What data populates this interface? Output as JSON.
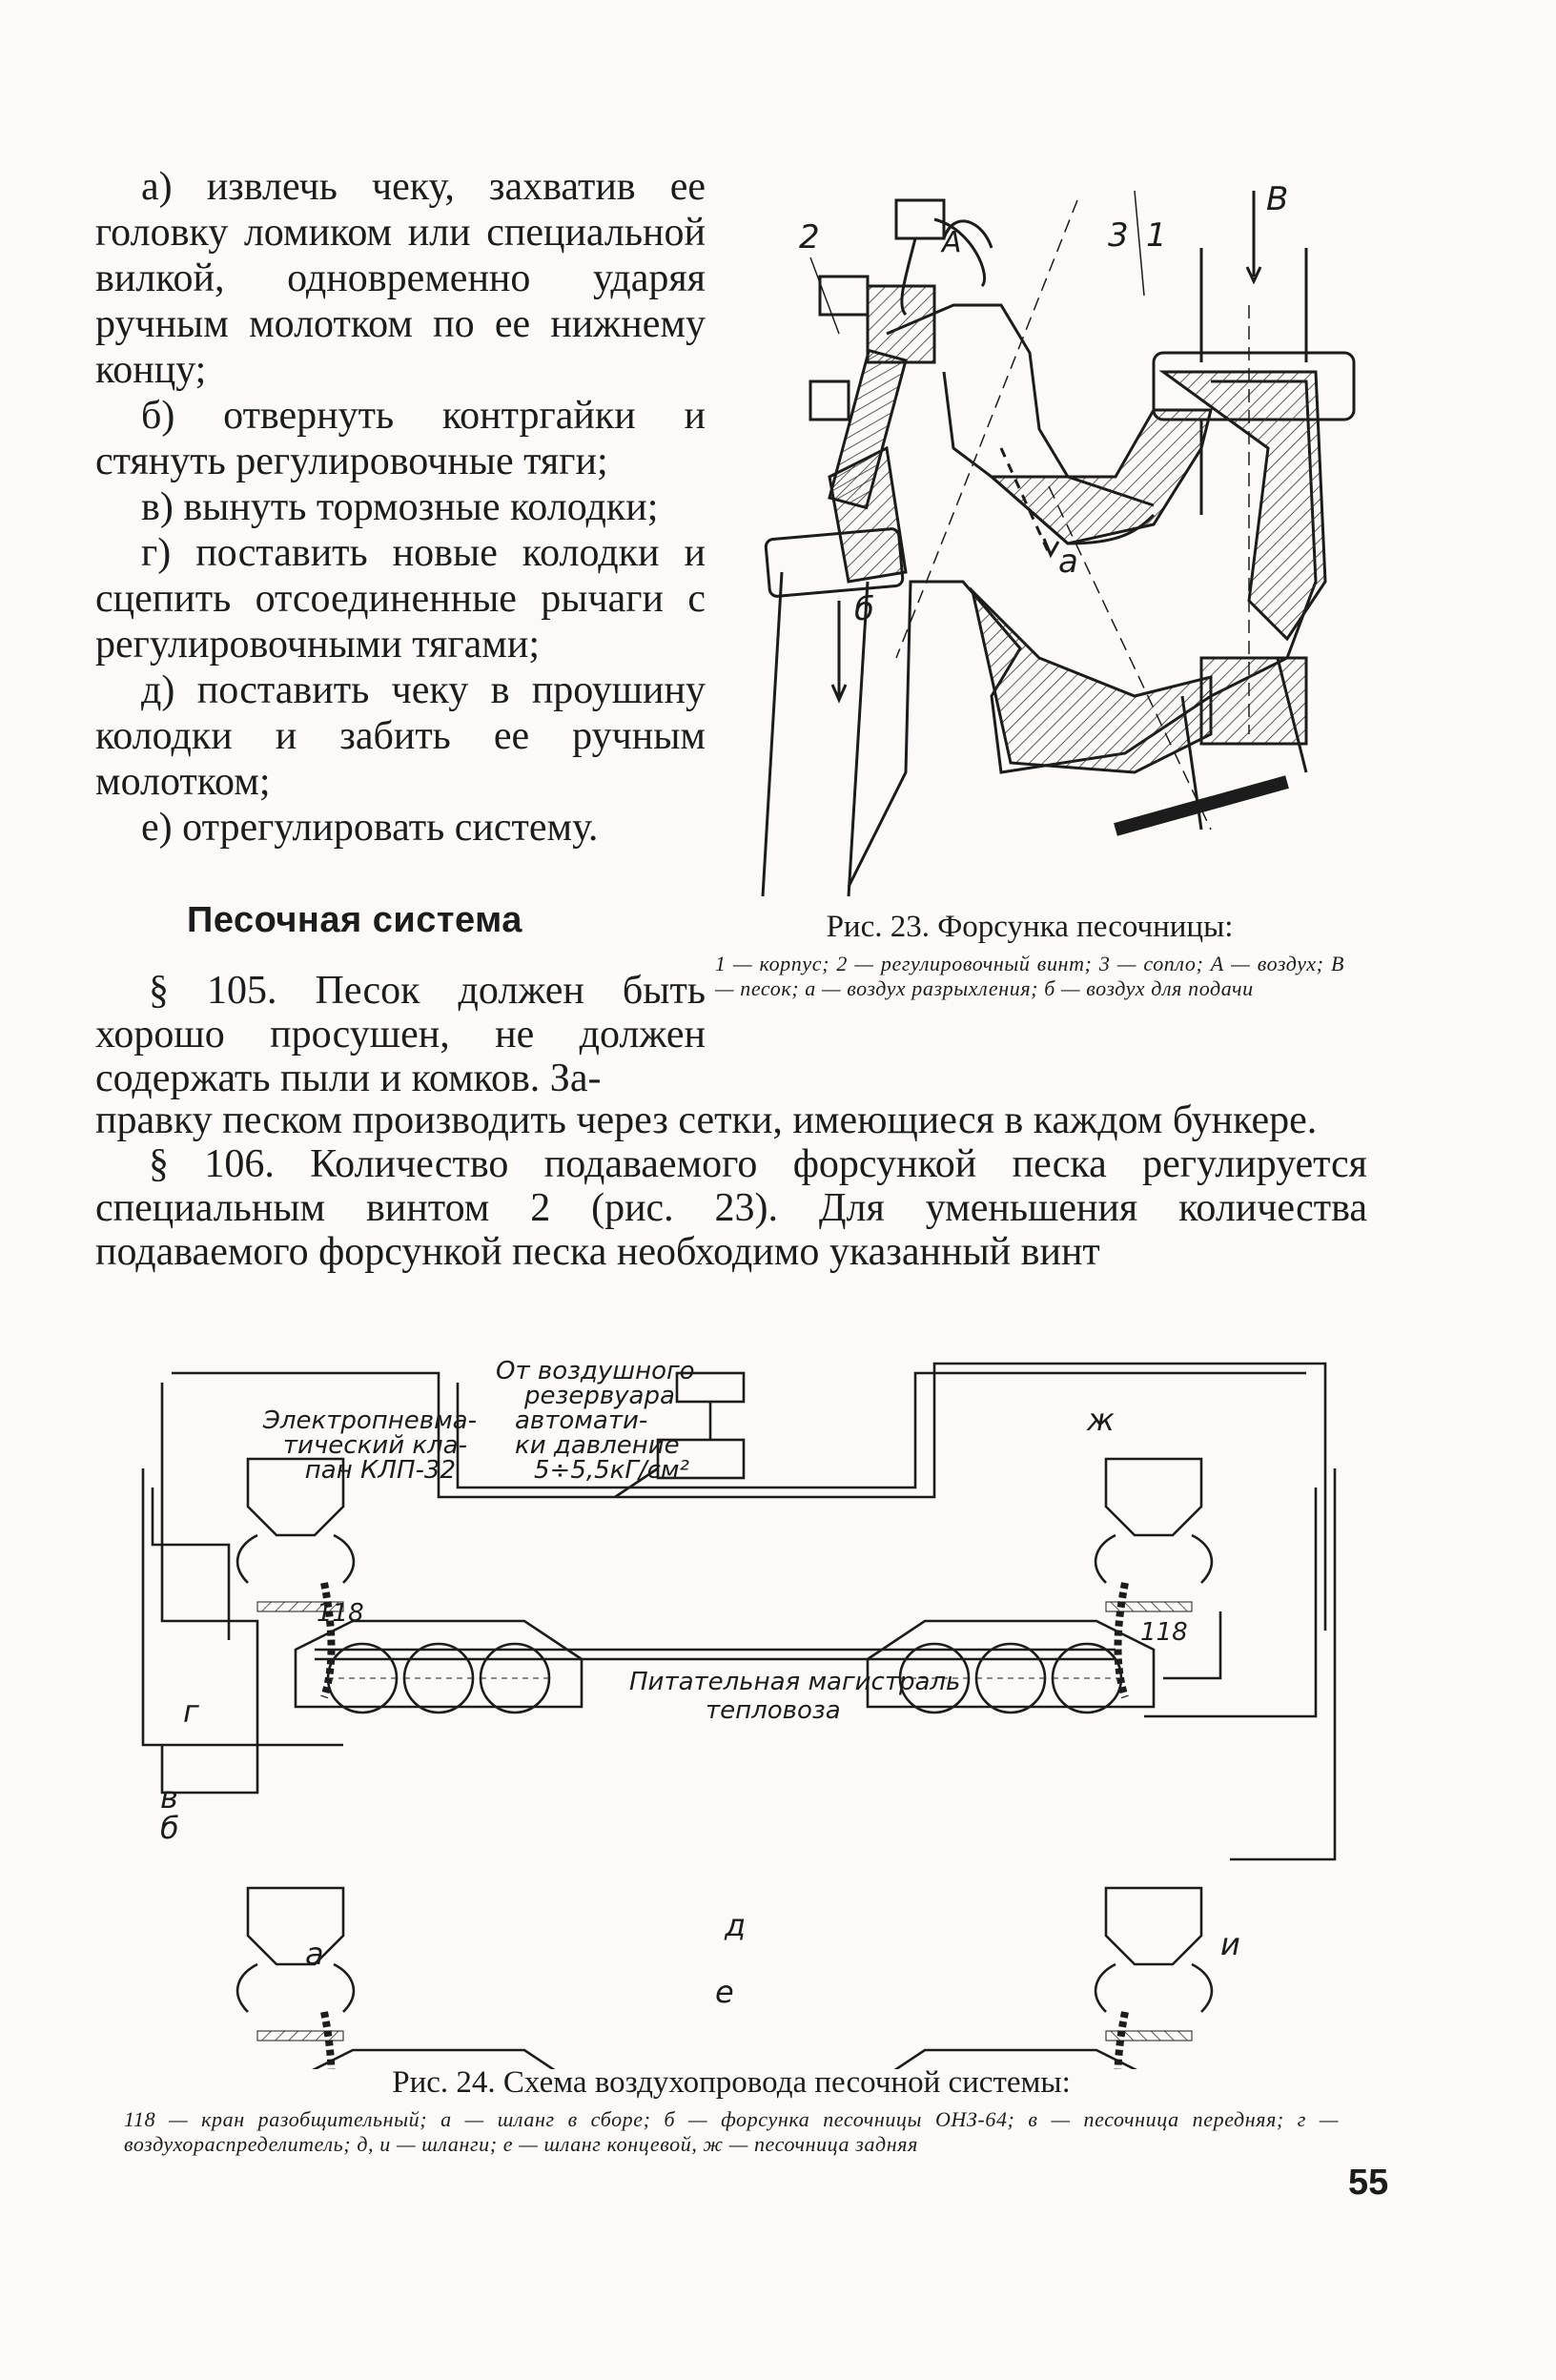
{
  "steps": [
    "а) извлечь чеку, захватив ее головку ломиком или специальной вилкой, одновременно ударяя ручным молотком по ее нижнему концу;",
    "б) отвернуть контргайки и стянуть регулировочные тяги;",
    "в) вынуть тормозные колодки;",
    "г) поставить новые колодки и сцепить отсоединенные рычаги с регулировочными тягами;",
    "д) поставить чеку в проушину колодки и забить ее ручным молотком;",
    "е) отрегулировать систему."
  ],
  "section_title": "Песочная система",
  "fig23": {
    "title": "Рис. 23. Форсунка песочницы:",
    "legend": "1 — корпус; 2 — регулировочный винт; 3 — сопло; А — воздух; В — песок; а — воздух разрыхления; б — воздух для подачи",
    "labels": {
      "l2": "2",
      "l3": "3",
      "l1": "1",
      "lA": "А",
      "lB": "В",
      "la": "а",
      "lb": "б"
    }
  },
  "para105_part1": "§ 105. Песок должен быть хорошо просушен, не должен содержать пыли и комков. За-",
  "para105_part2": "правку песком производить через сетки, имеющиеся в каждом бункере.",
  "para106": "§ 106. Количество подаваемого форсункой песка регулируется специальным винтом 2 (рис. 23). Для уменьшения количества подаваемого форсункой песка необходимо указанный винт",
  "fig24": {
    "title": "Рис. 24. Схема воздухопровода песочной системы:",
    "legend": "118 — кран разобщительный; а — шланг в сборе; б — форсунка песочницы ОНЗ-64; в — песочница передняя; г — воздухораспределитель; д, и — шланги; е — шланг концевой, ж — песочница задняя",
    "labels": {
      "from_air_1": "От воздушного",
      "from_air_2": "резервуара",
      "from_air_3": "автомати-",
      "from_air_4": "ки давление",
      "from_air_5": "5÷5,5кГ/см²",
      "valve_1": "Электропневма-",
      "valve_2": "тический кла-",
      "valve_3": "пан КЛП-32",
      "main_1": "Питательная магистраль",
      "main_2": "тепловоза",
      "n118_left": "118",
      "n118_right": "118",
      "zh": "ж",
      "g": "г",
      "v": "в",
      "b": "б",
      "a": "а",
      "d": "д",
      "e": "е",
      "i": "и"
    }
  },
  "page_number": "55"
}
